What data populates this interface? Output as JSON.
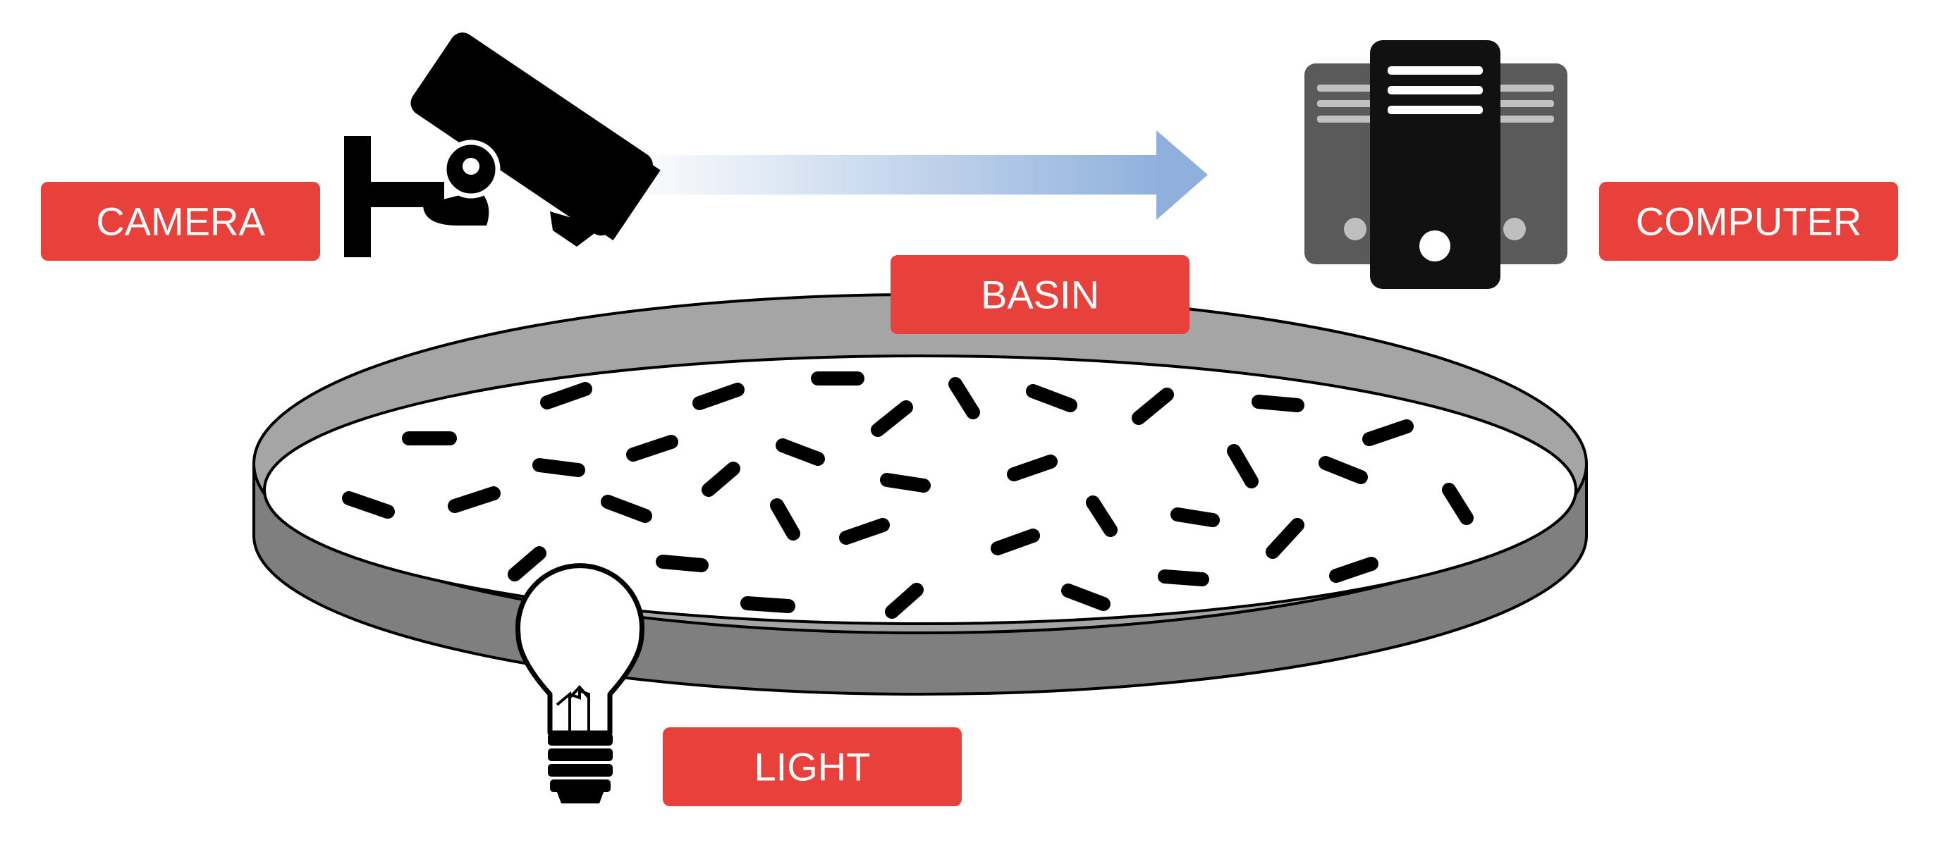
{
  "labels": {
    "camera": "CAMERA",
    "computer": "COMPUTER",
    "basin": "BASIN",
    "light": "LIGHT"
  },
  "colors": {
    "label_bg": "#E8403B",
    "label_text": "#FFFFFF",
    "arrow_start": "#FFFFFF",
    "arrow_end": "#8FB0DC",
    "basin_rim": "#A5A5A5",
    "basin_wall": "#7F7F7F",
    "computer_back": "#5A5A5A",
    "computer_front": "#111111"
  },
  "icons": {
    "camera": "security-camera-icon",
    "computer": "computer-tower-icon",
    "light": "light-bulb-icon",
    "arrow": "data-flow-arrow",
    "organisms": "worm-icon"
  }
}
